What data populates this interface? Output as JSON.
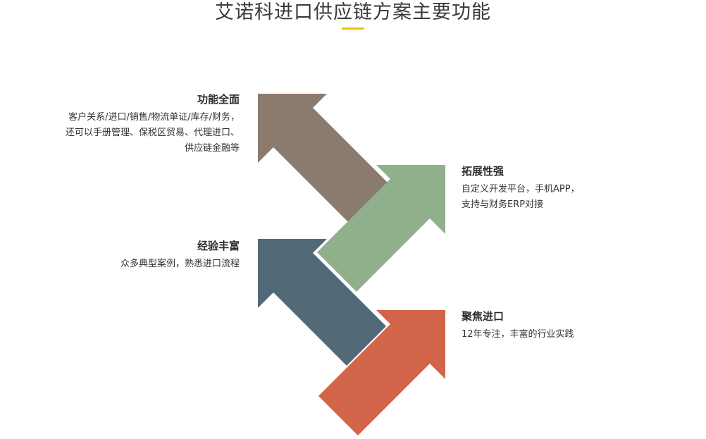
{
  "title": "艾诺科进口供应链方案主要功能",
  "colors": {
    "accent": "#f2c200",
    "arrow_brown": "#8b7b6f",
    "arrow_green": "#8fb08b",
    "arrow_slate": "#526a78",
    "arrow_orange": "#d26449"
  },
  "features": {
    "comprehensive": {
      "title": "功能全面",
      "lines": [
        "客户关系/进口/销售/物流单证/库存/财务，",
        "还可以手册管理、保税区贸易、代理进口、",
        "供应链金融等"
      ]
    },
    "extensible": {
      "title": "拓展性强",
      "lines": [
        "自定义开发平台，手机APP，",
        "支持与财务ERP对接"
      ]
    },
    "experienced": {
      "title": "经验丰富",
      "lines": [
        "众多典型案例，熟悉进口流程"
      ]
    },
    "focused": {
      "title": "聚焦进口",
      "lines": [
        "12年专注，丰富的行业实践"
      ]
    }
  }
}
